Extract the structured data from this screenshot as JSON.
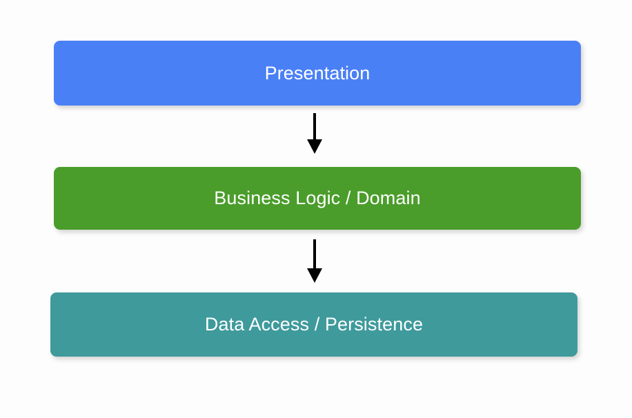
{
  "diagram": {
    "type": "layered-architecture-flow",
    "background_color": "#fdfdfd",
    "title": "",
    "layers": [
      {
        "id": "presentation",
        "label": "Presentation",
        "color": "#4a80f5",
        "text_color": "#ffffff"
      },
      {
        "id": "business",
        "label": "Business Logic / Domain",
        "color": "#4a9d2b",
        "text_color": "#ffffff"
      },
      {
        "id": "data",
        "label": "Data Access / Persistence",
        "color": "#3f9a9c",
        "text_color": "#ffffff"
      }
    ],
    "connectors": [
      {
        "id": "presentation-to-business",
        "from": "presentation",
        "to": "business",
        "direction": "down",
        "color": "#000000"
      },
      {
        "id": "business-to-data",
        "from": "business",
        "to": "data",
        "direction": "down",
        "color": "#000000"
      }
    ]
  }
}
